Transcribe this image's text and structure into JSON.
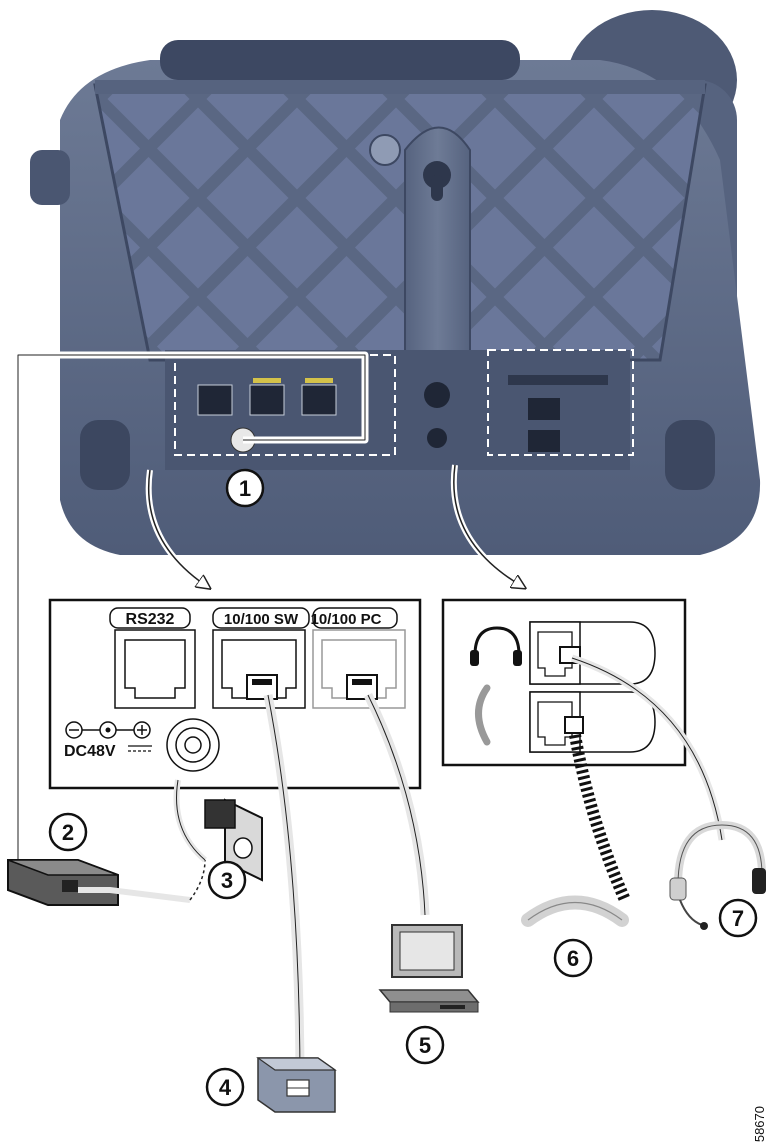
{
  "figure_id": "58670",
  "port_labels": {
    "rs232": "RS232",
    "sw": "10/100 SW",
    "pc": "10/100 PC",
    "power": "DC48V"
  },
  "callouts": [
    "1",
    "2",
    "3",
    "4",
    "5",
    "6",
    "7"
  ],
  "colors": {
    "phone_body": "#5d6b86",
    "phone_dark": "#414d66",
    "cable": "#e6e6e6",
    "outline": "#111111"
  }
}
